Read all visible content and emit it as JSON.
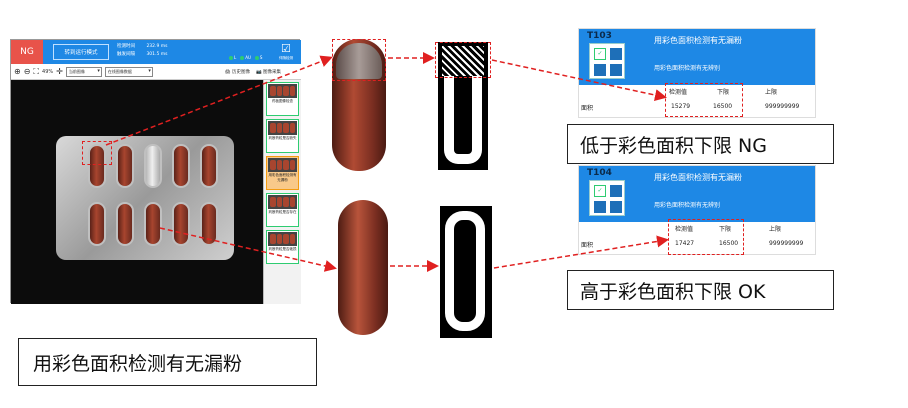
{
  "app": {
    "ng_badge": "NG",
    "run_mode_button": "转到运行模式",
    "timing": [
      {
        "label": "检测时间",
        "value": "232.9 ms"
      },
      {
        "label": "触发间隔",
        "value": "301.5 ms"
      }
    ],
    "status": [
      {
        "label": "L",
        "color": "#2ecc71"
      },
      {
        "label": "AU",
        "color": "#2ecc71"
      },
      {
        "label": "S",
        "color": "#2ecc71"
      }
    ],
    "logo_caption": "伴随检测",
    "toolbar": {
      "zoom": "49%",
      "select_1": "当前图像",
      "select_2": "在线图像数据",
      "btn_save": "历史图像",
      "btn_save_all": "图像采集"
    },
    "thumbs": [
      "药板图像检查",
      "判断药粒是否缺失",
      "用彩色面积检测有无漏粉",
      "判断药粒是否存在",
      "判断药粒是否破损"
    ]
  },
  "cards": [
    {
      "id": "T103",
      "title": "用彩色面积检测有无漏粉",
      "subtitle": "用彩色面积检测有无辨别",
      "headers": [
        "检测值",
        "下限",
        "上限"
      ],
      "row_label": "面积",
      "values": [
        "15279",
        "16500",
        "999999999"
      ]
    },
    {
      "id": "T104",
      "title": "用彩色面积检测有无漏粉",
      "subtitle": "用彩色面积检测有无辨别",
      "headers": [
        "检测值",
        "下限",
        "上限"
      ],
      "row_label": "面积",
      "values": [
        "17427",
        "16500",
        "999999999"
      ]
    }
  ],
  "labels": {
    "ng_result": "低于彩色面积下限 NG",
    "ok_result": "高于彩色面积下限 OK",
    "caption": "用彩色面积检测有无漏粉"
  },
  "colors": {
    "accent": "#1e88e5",
    "arrow": "#e02020",
    "ng": "#e8534a"
  }
}
